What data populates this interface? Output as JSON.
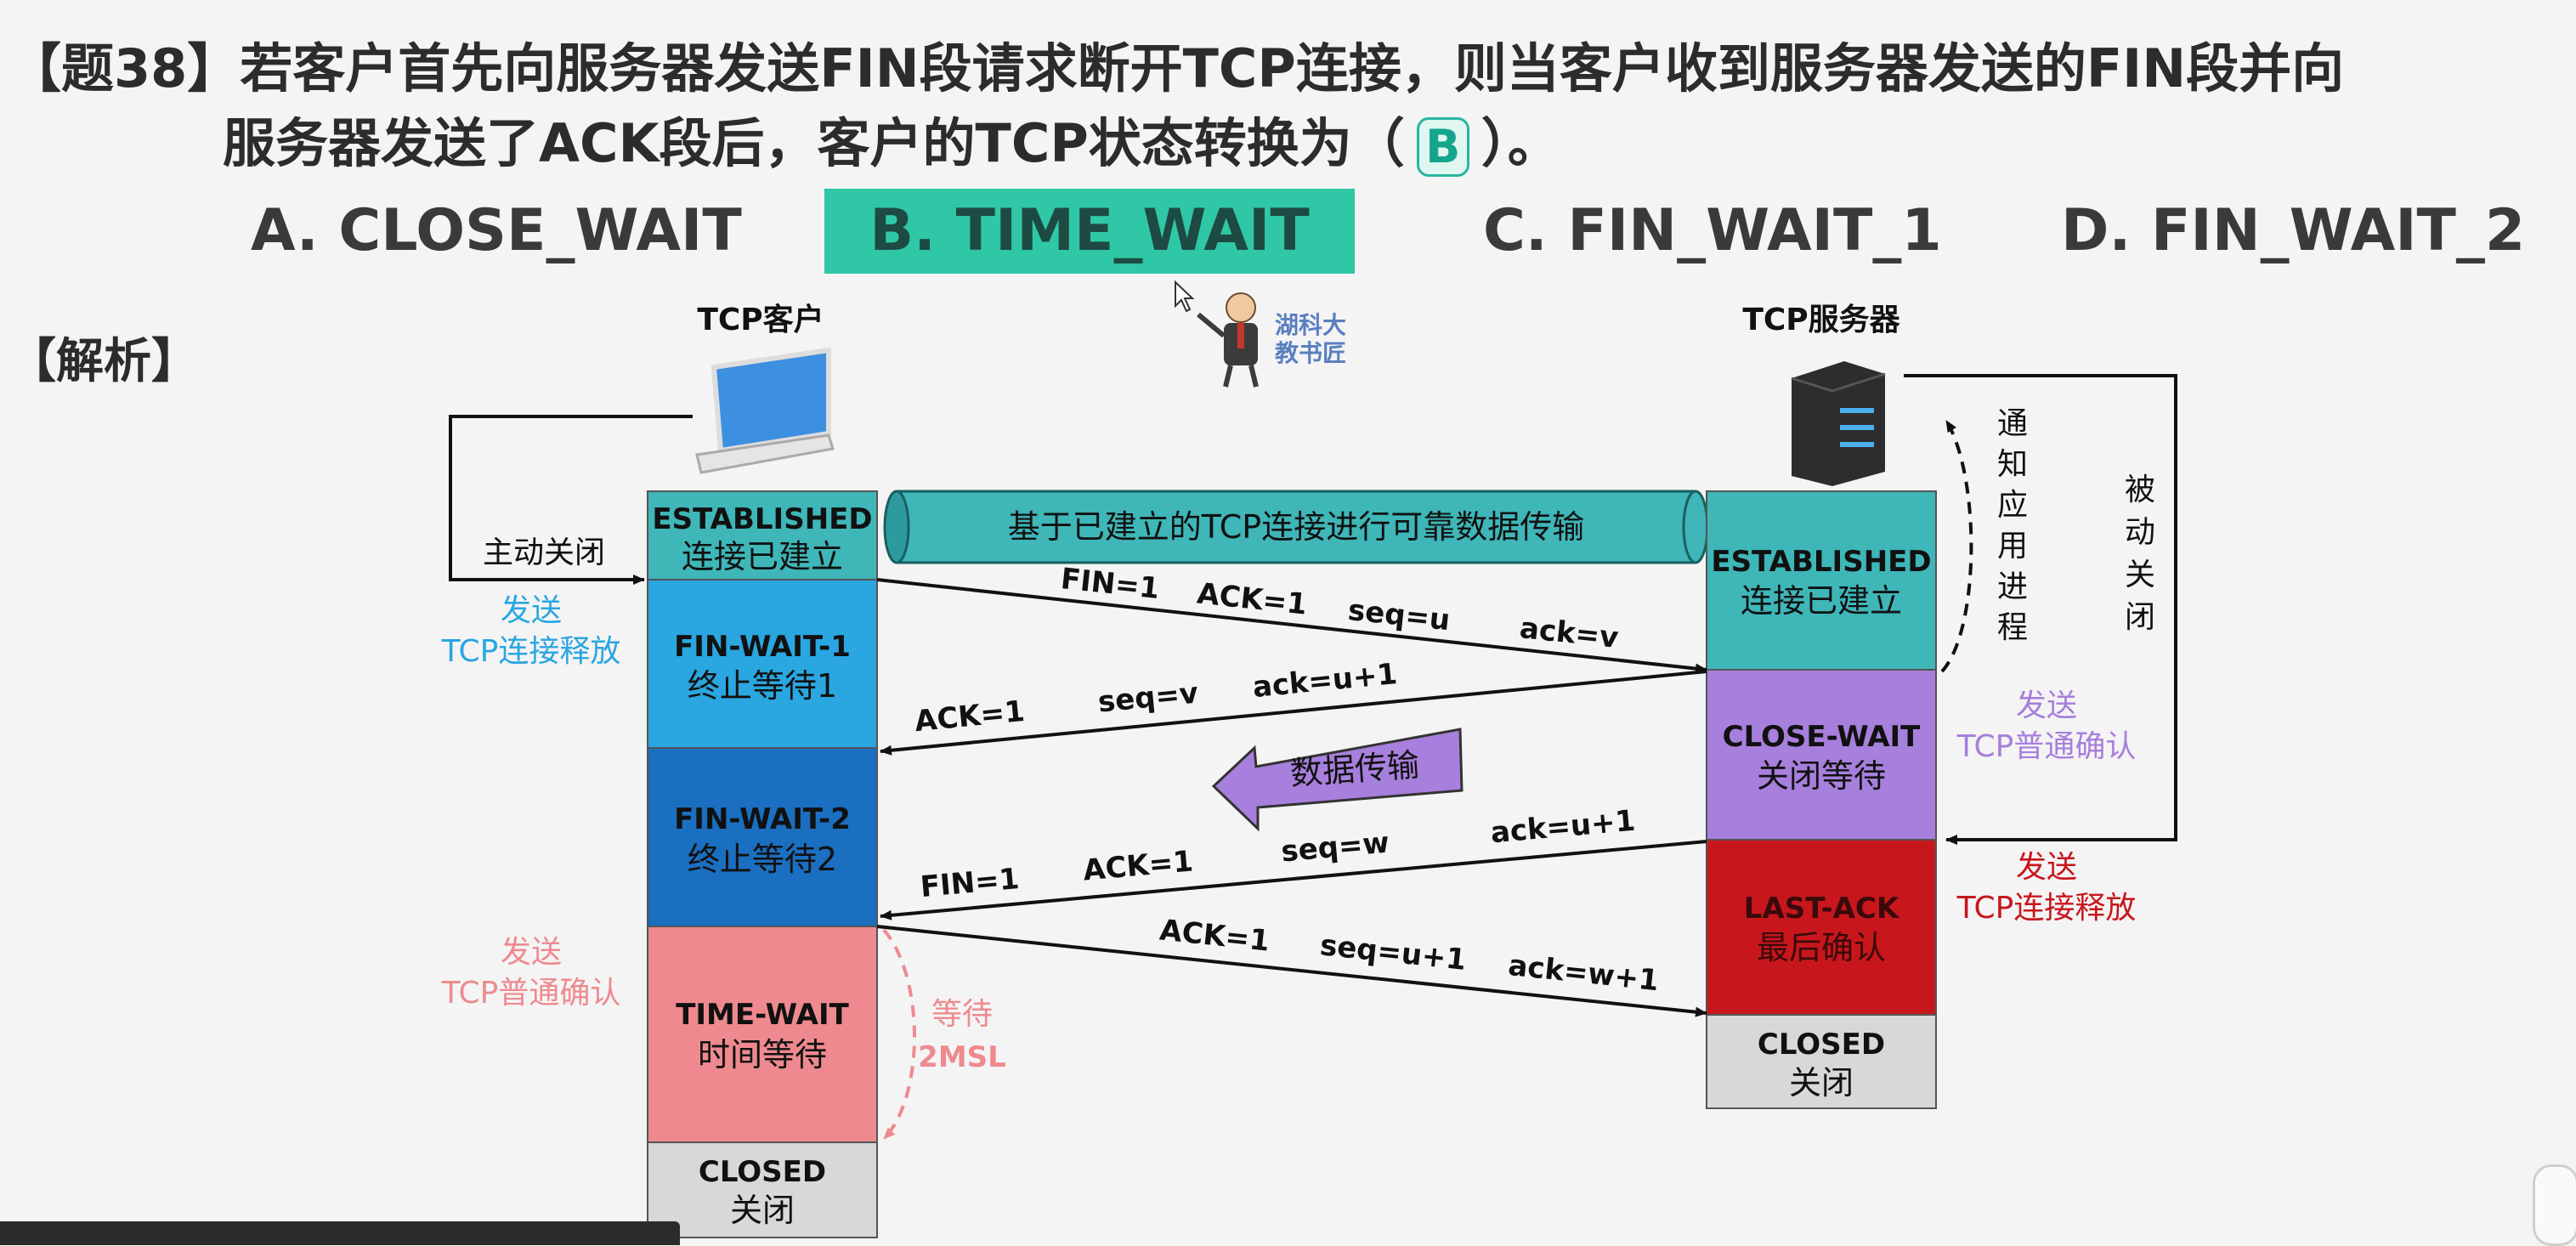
{
  "question": {
    "line1": "【题38】若客户首先向服务器发送FIN段请求断开TCP连接，则当客户收到服务器发送的FIN段并向",
    "line2_before": "服务器发送了ACK段后，客户的TCP状态转换为（",
    "answer": "B",
    "line2_after": "）。"
  },
  "options": {
    "a": "A. CLOSE_WAIT",
    "b": "B. TIME_WAIT",
    "c": "C. FIN_WAIT_1",
    "d": "D. FIN_WAIT_2"
  },
  "analysis_label": "【解析】",
  "diagram": {
    "client_label": "TCP客户",
    "server_label": "TCP服务器",
    "watermark": [
      "湖科大",
      "教书匠"
    ],
    "active_close": "主动关闭",
    "passive_close": [
      "被",
      "动",
      "关",
      "闭"
    ],
    "notify_app": [
      "通",
      "知",
      "应",
      "用",
      "进",
      "程"
    ],
    "data_pipe": "基于已建立的TCP连接进行可靠数据传输",
    "data_transfer": "数据传输",
    "client_states": [
      {
        "en": "ESTABLISHED",
        "zh": "连接已建立"
      },
      {
        "en": "FIN-WAIT-1",
        "zh": "终止等待1"
      },
      {
        "en": "FIN-WAIT-2",
        "zh": "终止等待2"
      },
      {
        "en": "TIME-WAIT",
        "zh": "时间等待"
      },
      {
        "en": "CLOSED",
        "zh": "关闭"
      }
    ],
    "server_states": [
      {
        "en": "ESTABLISHED",
        "zh": "连接已建立"
      },
      {
        "en": "CLOSE-WAIT",
        "zh": "关闭等待"
      },
      {
        "en": "LAST-ACK",
        "zh": "最后确认"
      },
      {
        "en": "CLOSED",
        "zh": "关闭"
      }
    ],
    "left_notes": [
      {
        "line1": "发送",
        "line2": "TCP连接释放"
      },
      {
        "line1": "发送",
        "line2": "TCP普通确认"
      }
    ],
    "right_notes": [
      {
        "line1": "发送",
        "line2": "TCP普通确认"
      },
      {
        "line1": "发送",
        "line2": "TCP连接释放"
      }
    ],
    "wait_label": [
      "等待",
      "2MSL"
    ],
    "segments": {
      "s1": [
        "FIN=1",
        "ACK=1",
        "seq=u",
        "ack=v"
      ],
      "s2": [
        "ACK=1",
        "seq=v",
        "ack=u+1"
      ],
      "s3": [
        "FIN=1",
        "ACK=1",
        "seq=w",
        "ack=u+1"
      ],
      "s4": [
        "ACK=1",
        "seq=u+1",
        "ack=w+1"
      ]
    },
    "colors": {
      "established": "#3fb6b8",
      "fin_wait_1": "#2aa6e0",
      "fin_wait_2": "#1a6fc0",
      "time_wait": "#ee8a8f",
      "closed": "#d8d8d8",
      "close_wait": "#a77fdc",
      "last_ack": "#c8161d"
    }
  }
}
